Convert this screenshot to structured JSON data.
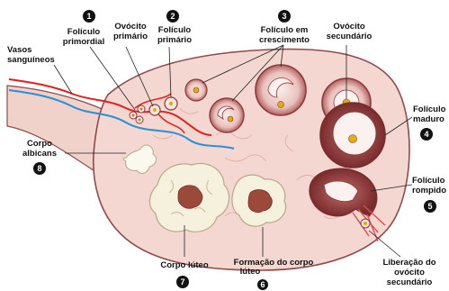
{
  "labels": {
    "primordial": {
      "number": "1",
      "line1": "Folículo",
      "line2": "primordial"
    },
    "oocyte_primary": {
      "line1": "Ovócito",
      "line2": "primário"
    },
    "follicle_primary": {
      "number": "2",
      "line1": "Folículo",
      "line2": "primário"
    },
    "growing": {
      "number": "3",
      "line1": "Folículo em",
      "line2": "crescimento"
    },
    "oocyte_secondary": {
      "line1": "Ovócito",
      "line2": "secundário"
    },
    "vessels": {
      "line1": "Vasos",
      "line2": "sanguíneos"
    },
    "mature": {
      "number": "4",
      "line1": "Folículo",
      "line2": "maduro"
    },
    "albicans": {
      "number": "8",
      "line1": "Corpo",
      "line2": "albicans"
    },
    "ruptured": {
      "number": "5",
      "line1": "Folículo",
      "line2": "rompido"
    },
    "luteum": {
      "number": "7",
      "line1": "Corpo lúteo"
    },
    "luteum_forming": {
      "number": "6",
      "line1": "Formação do corpo",
      "line2": "lúteo"
    },
    "release": {
      "line1": "Liberação do",
      "line2": "ovócito",
      "line3": "secundário"
    }
  },
  "colors": {
    "stroma": "#f3d7d0",
    "outline": "#8f4a4a",
    "artery": "#e02020",
    "vein": "#2a8fd8",
    "follicle": "#8c3a3a",
    "antrum": "#f6e6e3",
    "luteum": "#f6f1dc"
  }
}
